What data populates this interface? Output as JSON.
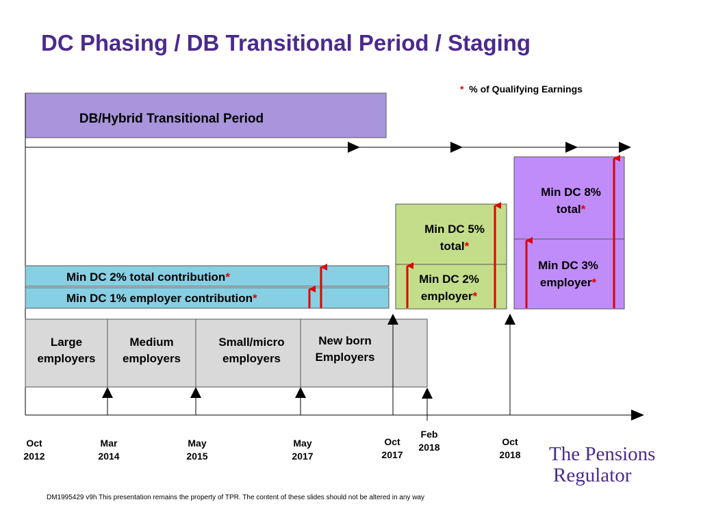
{
  "title": "DC Phasing / DB Transitional Period / Staging",
  "legend": {
    "star": "*",
    "text": "% of Qualifying Earnings"
  },
  "db_period": {
    "label": "DB/Hybrid Transitional Period"
  },
  "contributions": {
    "dc2_total": {
      "label": "Min DC 2% total contribution",
      "star": "*"
    },
    "dc1_employer": {
      "label": "Min DC 1% employer contribution",
      "star": "*"
    },
    "dc5_total": {
      "line1": "Min DC 5%",
      "line2": "total",
      "star": "*"
    },
    "dc2_employer": {
      "line1": "Min DC 2%",
      "line2": "employer",
      "star": "*"
    },
    "dc8_total": {
      "line1": "Min DC 8%",
      "line2": "total",
      "star": "*"
    },
    "dc3_employer": {
      "line1": "Min DC 3%",
      "line2": "employer",
      "star": "*"
    }
  },
  "staging": {
    "large": {
      "line1": "Large",
      "line2": "employers"
    },
    "medium": {
      "line1": "Medium",
      "line2": "employers"
    },
    "small": {
      "line1": "Small/micro",
      "line2": "employers"
    },
    "newborn": {
      "line1": "New born",
      "line2": "Employers"
    }
  },
  "dates": [
    {
      "m": "Oct",
      "y": "2012"
    },
    {
      "m": "Mar",
      "y": "2014"
    },
    {
      "m": "May",
      "y": "2015"
    },
    {
      "m": "May",
      "y": "2017"
    },
    {
      "m": "Oct",
      "y": "2017"
    },
    {
      "m": "Feb",
      "y": "2018"
    },
    {
      "m": "Oct",
      "y": "2018"
    }
  ],
  "colors": {
    "title": "#4b2a8c",
    "db": "#a895dc",
    "blue": "#87cfe3",
    "green": "#c4dd8a",
    "purple": "#c08cfa",
    "grey": "#d9d9d9",
    "arrow_red": "#e00000"
  },
  "footer": "DM1995429 v9h  This presentation remains the property of TPR.  The content of these slides should not be altered in any way",
  "logo": {
    "line1": "The Pensions",
    "line2": "Regulator"
  }
}
